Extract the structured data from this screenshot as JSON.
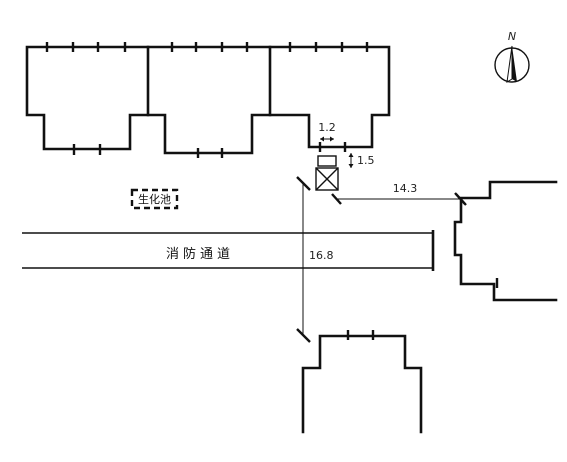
{
  "compass": {
    "label": "N"
  },
  "labels": {
    "fire_lane": "消防通道",
    "septic_tank": "生化池"
  },
  "dimensions": {
    "d_1_2": "1.2",
    "d_1_5": "1.5",
    "d_14_3": "14.3",
    "d_16_8": "16.8"
  }
}
